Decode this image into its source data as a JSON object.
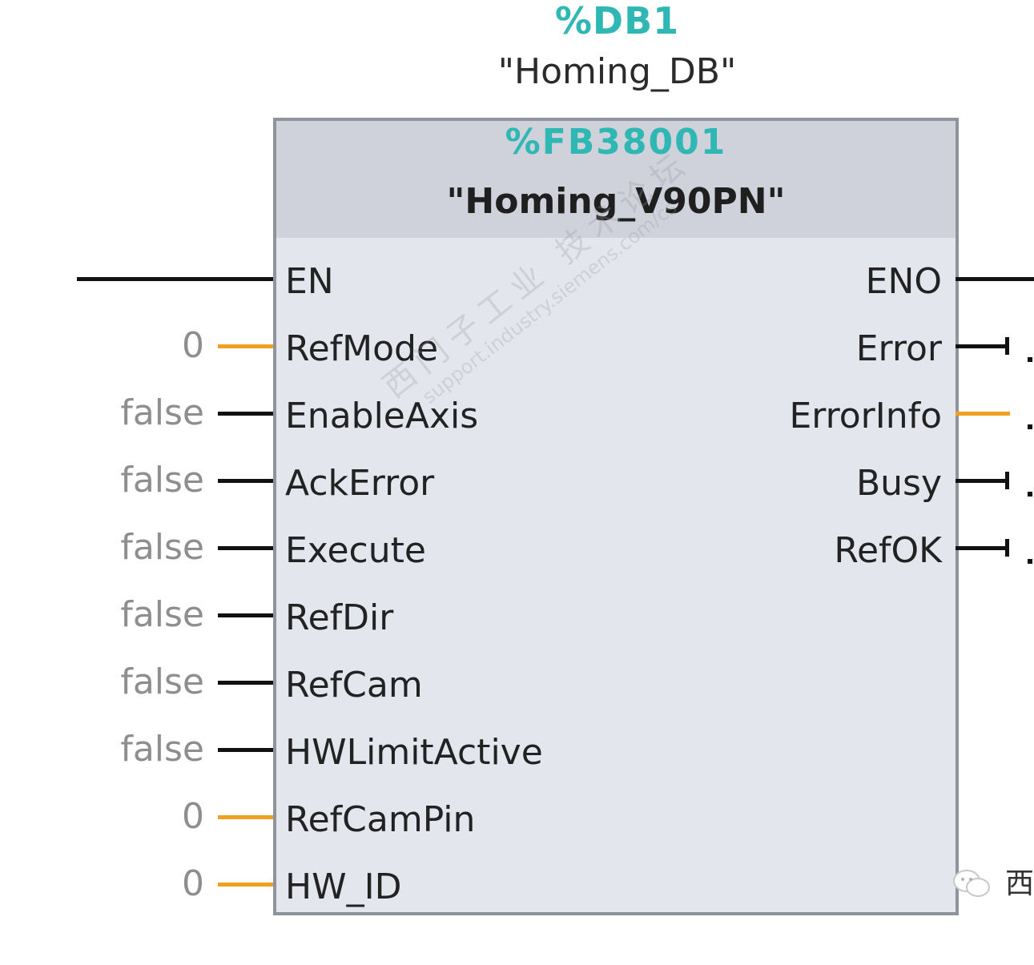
{
  "colors": {
    "accent": "#2fb7b3",
    "bool_wire": "#111111",
    "int_wire": "#f0a020",
    "block_fill": "#e4e6ee",
    "header_fill": "#cfd2da",
    "block_border": "#8f939b"
  },
  "instance": {
    "db_number": "%DB1",
    "db_name": "\"Homing_DB\""
  },
  "block": {
    "fb_number": "%FB38001",
    "fb_name": "\"Homing_V90PN\""
  },
  "inputs": [
    {
      "pin": "EN",
      "value": "",
      "wire": "power"
    },
    {
      "pin": "RefMode",
      "value": "0",
      "wire": "int"
    },
    {
      "pin": "EnableAxis",
      "value": "false",
      "wire": "bool"
    },
    {
      "pin": "AckError",
      "value": "false",
      "wire": "bool"
    },
    {
      "pin": "Execute",
      "value": "false",
      "wire": "bool"
    },
    {
      "pin": "RefDir",
      "value": "false",
      "wire": "bool"
    },
    {
      "pin": "RefCam",
      "value": "false",
      "wire": "bool"
    },
    {
      "pin": "HWLimitActive",
      "value": "false",
      "wire": "bool"
    },
    {
      "pin": "RefCamPin",
      "value": "0",
      "wire": "int"
    },
    {
      "pin": "HW_ID",
      "value": "0",
      "wire": "int"
    }
  ],
  "outputs": [
    {
      "pin": "ENO",
      "wire": "power"
    },
    {
      "pin": "Error",
      "wire": "bool"
    },
    {
      "pin": "ErrorInfo",
      "wire": "int"
    },
    {
      "pin": "Busy",
      "wire": "bool"
    },
    {
      "pin": "RefOK",
      "wire": "bool"
    }
  ],
  "watermark": {
    "main": "西门子工业 技术论坛",
    "sub": "support.industry.siemens.com/cs"
  },
  "corner_badge": {
    "icon": "wechat-icon",
    "text": "西"
  }
}
